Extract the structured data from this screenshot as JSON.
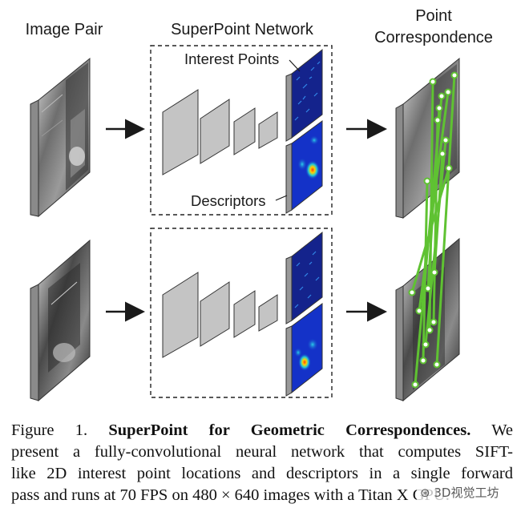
{
  "figure": {
    "labels": {
      "image_pair": "Image Pair",
      "network": "SuperPoint Network",
      "correspondence_line1": "Point",
      "correspondence_line2": "Correspondence",
      "interest_points": "Interest Points",
      "descriptors": "Descriptors"
    },
    "colors": {
      "match_line": "#5fc232",
      "layer_fill": "#c4c4c4",
      "heatmap_bg": "#14238c",
      "arrow": "#1a1a1a"
    }
  },
  "caption": {
    "figure_label": "Figure 1.",
    "bold_title": "SuperPoint for Geometric Correspondences.",
    "line1_tail": "We",
    "line2": "present a fully-convolutional neural network that computes SIFT-",
    "line3": "like 2D interest point locations and descriptors in a single forward",
    "line4": "pass and runs at 70 FPS on 480 × 640 images with a Titan X GPU."
  },
  "watermark": {
    "icon": "wechat-icon",
    "text": "3D视觉工坊"
  }
}
